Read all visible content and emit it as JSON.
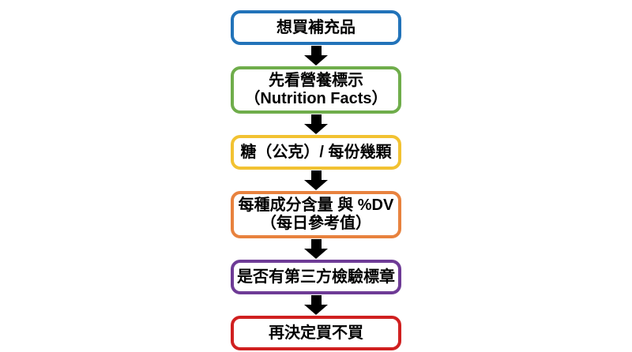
{
  "flowchart": {
    "description": "vertical-flowchart-supplement-buying-decision",
    "background_color": "#FFFFFF",
    "text_color": "#000000",
    "arrow_color": "#000000",
    "steps": [
      {
        "id": "step-1",
        "lines": [
          "想買補充品"
        ],
        "border_color": "#2273B9"
      },
      {
        "id": "step-2",
        "lines": [
          "先看營養標示",
          "（Nutrition Facts）"
        ],
        "border_color": "#6FAD4B"
      },
      {
        "id": "step-3",
        "lines": [
          "糖（公克）/ 每份幾顆"
        ],
        "border_color": "#F2C232"
      },
      {
        "id": "step-4",
        "lines": [
          "每種成分含量 與 %DV",
          "（每日參考值）"
        ],
        "border_color": "#E8823E"
      },
      {
        "id": "step-5",
        "lines": [
          "是否有第三方檢驗標章"
        ],
        "border_color": "#6E3B96"
      },
      {
        "id": "step-6",
        "lines": [
          "再決定買不買"
        ],
        "border_color": "#D02020"
      }
    ]
  }
}
